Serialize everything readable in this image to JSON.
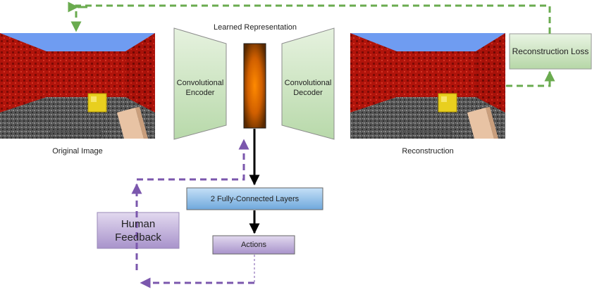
{
  "labels": {
    "learned_representation": "Learned Representation",
    "encoder": "Convolutional Encoder",
    "decoder": "Convolutional Decoder",
    "reconstruction_loss": "Reconstruction Loss",
    "original_image": "Original Image",
    "reconstruction": "Reconstruction",
    "fc_layers": "2 Fully-Connected Layers",
    "human_feedback": "Human Feedback",
    "actions": "Actions"
  },
  "colors": {
    "green_fill": "#c9e4bf",
    "green_arrow": "#6aab4f",
    "purple_fill": "#c3b3dc",
    "purple_arrow": "#7b57ad",
    "blue_fill": "#8fbde6",
    "sky": "#6f9cf1",
    "wall": "#b1140b",
    "floor": "#5b5b5b",
    "block": "#e8cf1f",
    "hand": "#e8c3a4"
  }
}
